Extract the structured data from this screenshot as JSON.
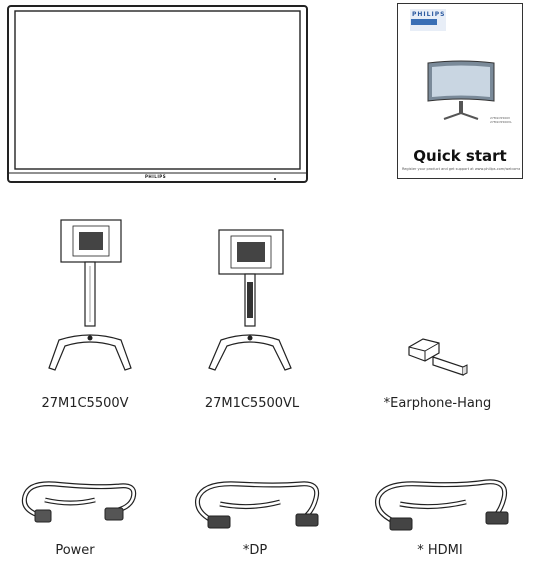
{
  "monitor": {
    "logo": "PHILIPS"
  },
  "quick_start": {
    "brand": "PHILIPS",
    "title": "Quick start",
    "footer": "Register your product and get support at www.philips.com/welcome",
    "models": [
      "27M1C5500V",
      "27M1C5500VL"
    ]
  },
  "items": {
    "stand_v": "27M1C5500V",
    "stand_vl": "27M1C5500VL",
    "earphone": "*Earphone-Hang",
    "power": "Power",
    "dp": "*DP",
    "hdmi": "* HDMI"
  }
}
